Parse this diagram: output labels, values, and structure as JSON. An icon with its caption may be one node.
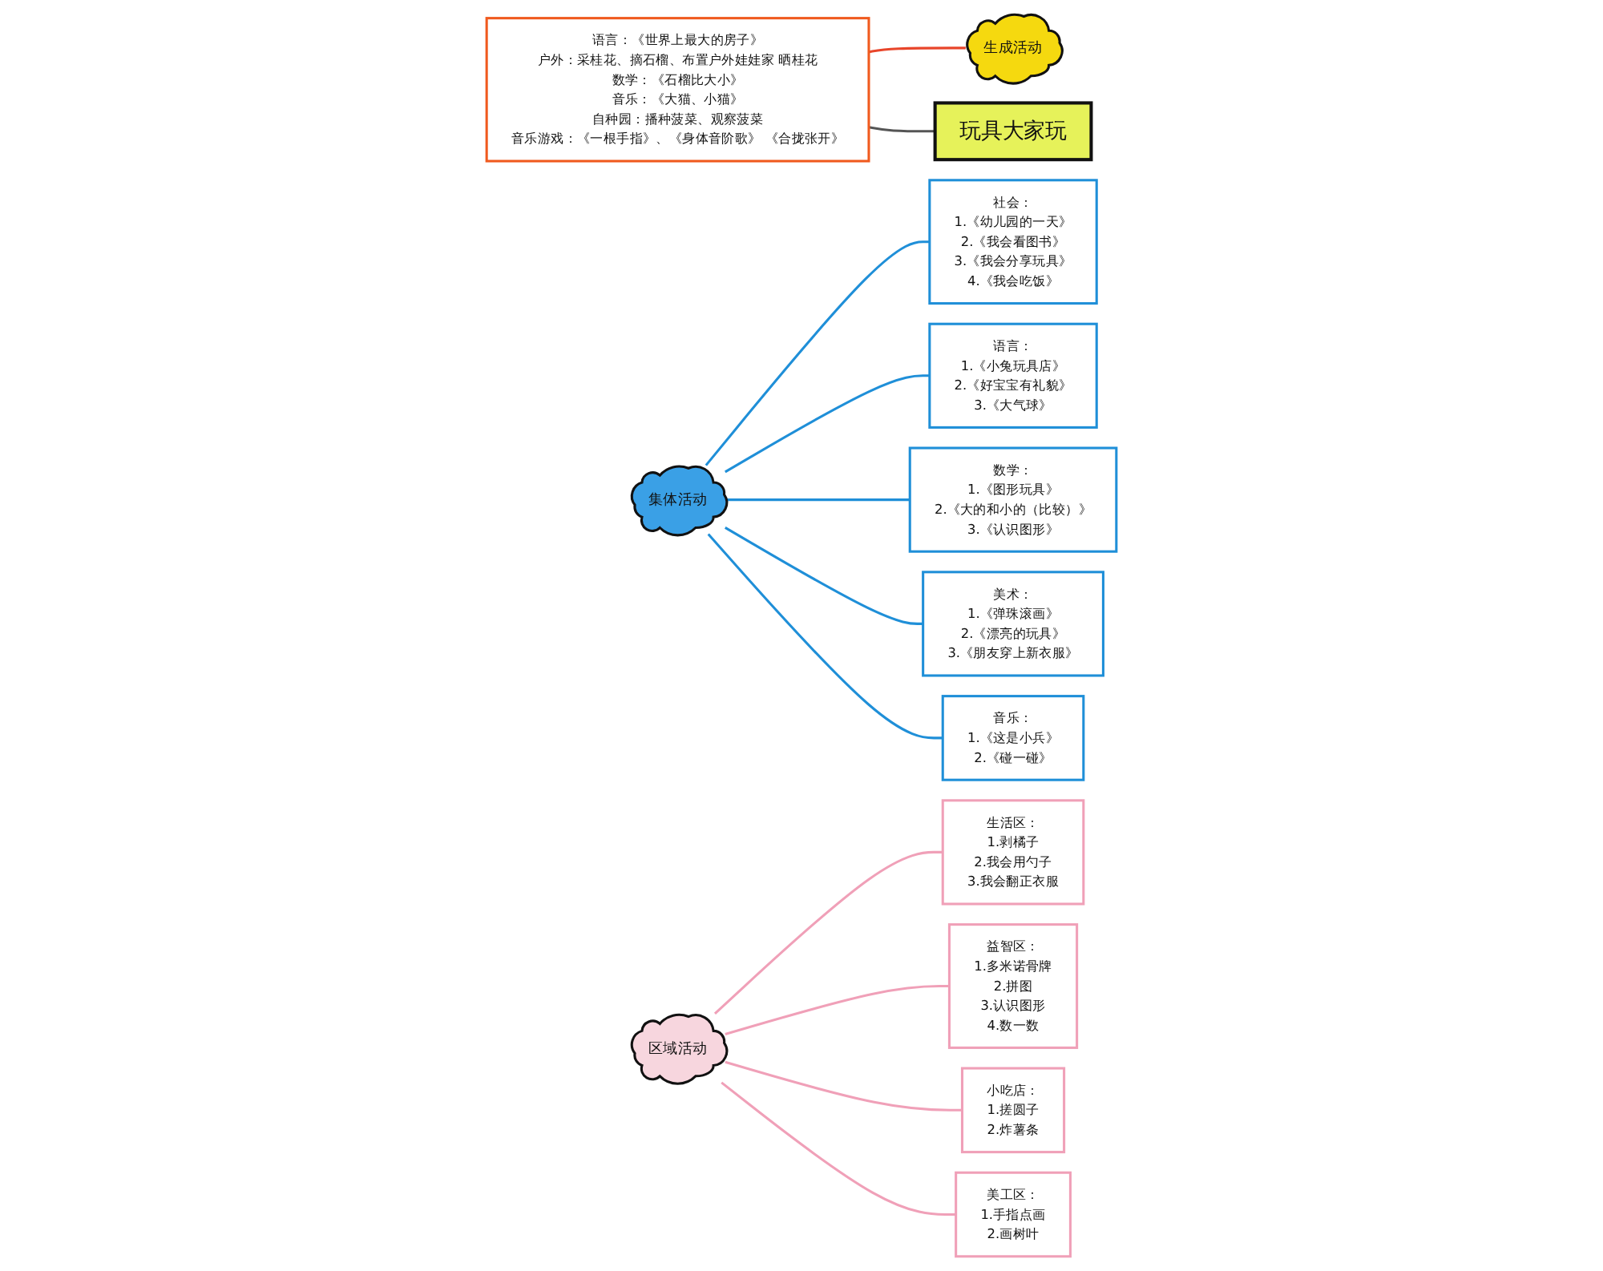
{
  "diagram": {
    "nodes": [
      {
        "text": [
          "玩具大家玩"
        ]
      },
      {
        "text": [
          "生成活动"
        ]
      },
      {
        "text": [
          "语言：《世界上最大的房子》",
          "户外：采桂花、摘石榴、布置户外娃娃家 晒桂花",
          "数学：《石榴比大小》",
          "音乐：《大猫、小猫》",
          "自种园：播种菠菜、观察菠菜",
          "音乐游戏：《一根手指》、《身体音阶歌》 《合拢张开》"
        ]
      },
      {
        "text": [
          "集体活动"
        ]
      },
      {
        "text": [
          "社会：",
          "1.《幼儿园的一天》",
          "2.《我会看图书》",
          "3.《我会分享玩具》",
          "4.《我会吃饭》"
        ]
      },
      {
        "text": [
          "语言：",
          "1.《小兔玩具店》",
          "2.《好宝宝有礼貌》",
          "3.《大气球》"
        ]
      },
      {
        "text": [
          "数学：",
          "1.《图形玩具》",
          "2.《大的和小的（比较）》",
          "3.《认识图形》"
        ]
      },
      {
        "text": [
          "美术：",
          "1.《弹珠滚画》",
          "2.《漂亮的玩具》",
          "3.《朋友穿上新衣服》"
        ]
      },
      {
        "text": [
          "音乐：",
          "1.《这是小兵》",
          "2.《碰一碰》"
        ]
      },
      {
        "text": [
          "区域活动"
        ]
      },
      {
        "text": [
          "生活区：",
          "1.剥橘子",
          "2.我会用勺子",
          "3.我会翻正衣服"
        ]
      },
      {
        "text": [
          "益智区：",
          "1.多米诺骨牌",
          "2.拼图",
          "3.认识图形",
          "4.数一数"
        ]
      },
      {
        "text": [
          "小吃店：",
          "1.搓圆子",
          "2.炸薯条"
        ]
      },
      {
        "text": [
          "美工区：",
          "1.手指点画",
          "2.画树叶"
        ]
      }
    ],
    "edges": [
      {
        "from": 2,
        "to": 1,
        "arrow": "none",
        "color": "#e8452a"
      },
      {
        "from": 2,
        "to": 0,
        "arrow": "none",
        "color": "#555555"
      },
      {
        "from": 3,
        "to": 4,
        "arrow": "none",
        "color": "#1f8fd8"
      },
      {
        "from": 3,
        "to": 5,
        "arrow": "none",
        "color": "#1f8fd8"
      },
      {
        "from": 3,
        "to": 6,
        "arrow": "none",
        "color": "#1f8fd8"
      },
      {
        "from": 3,
        "to": 7,
        "arrow": "none",
        "color": "#1f8fd8"
      },
      {
        "from": 3,
        "to": 8,
        "arrow": "none",
        "color": "#1f8fd8"
      },
      {
        "from": 9,
        "to": 10,
        "arrow": "none",
        "color": "#f0a0b8"
      },
      {
        "from": 9,
        "to": 11,
        "arrow": "none",
        "color": "#f0a0b8"
      },
      {
        "from": 9,
        "to": 12,
        "arrow": "none",
        "color": "#f0a0b8"
      },
      {
        "from": 9,
        "to": 13,
        "arrow": "none",
        "color": "#f0a0b8"
      }
    ]
  }
}
